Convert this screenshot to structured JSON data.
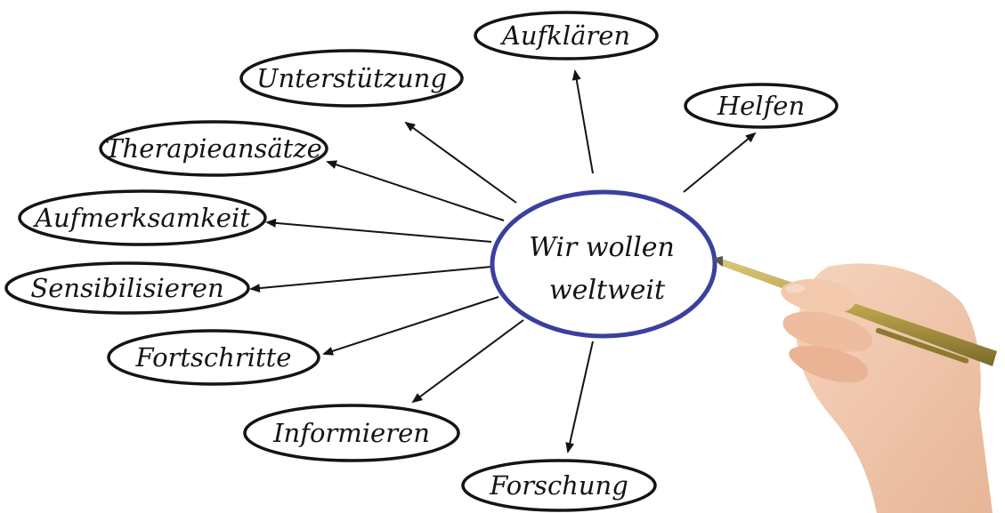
{
  "center": {
    "line1": "Wir wollen",
    "line2": "weltweit",
    "ring_color": "#3a3fa0"
  },
  "nodes": [
    {
      "id": "aufklaeren",
      "label": "Aufklären"
    },
    {
      "id": "helfen",
      "label": "Helfen"
    },
    {
      "id": "unterstuetzung",
      "label": "Unterstützung"
    },
    {
      "id": "therapieansaetze",
      "label": "Therapieansätze"
    },
    {
      "id": "aufmerksamkeit",
      "label": "Aufmerksamkeit"
    },
    {
      "id": "sensibilisieren",
      "label": "Sensibilisieren"
    },
    {
      "id": "fortschritte",
      "label": "Fortschritte"
    },
    {
      "id": "informieren",
      "label": "Informieren"
    },
    {
      "id": "forschung",
      "label": "Forschung"
    }
  ],
  "colors": {
    "ink": "#141414",
    "pen_gold": "#b8a04a",
    "skin": "#f0c7ad"
  },
  "icons": {
    "hand": "hand-holding-pen-icon"
  }
}
